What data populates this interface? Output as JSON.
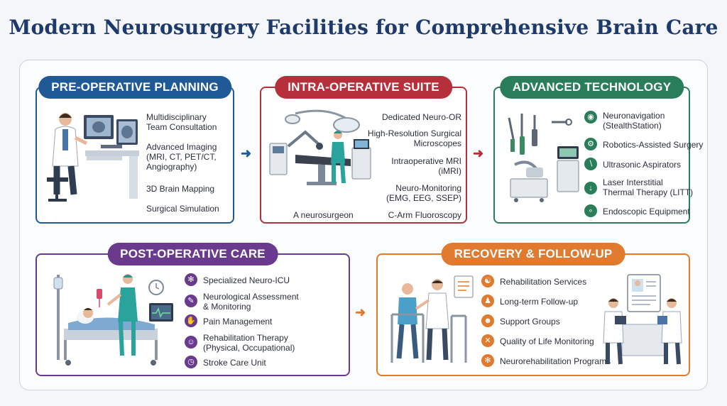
{
  "title": "Modern Neurosurgery Facilities for Comprehensive Brain Care",
  "colors": {
    "pre": "#1f5a96",
    "intra": "#b5303a",
    "tech": "#2a7d5a",
    "post": "#6a3a8e",
    "recovery": "#e07a2e"
  },
  "pre": {
    "label": "PRE-OPERATIVE PLANNING",
    "items": [
      "Multidisciplinary\nTeam Consultation",
      "Advanced Imaging\n(MRI, CT, PET/CT,\nAngiography)",
      "3D Brain Mapping",
      "Surgical Simulation"
    ]
  },
  "intra": {
    "label": "INTRA-OPERATIVE SUITE",
    "items": [
      "Dedicated Neuro-OR",
      "High-Resolution Surgical\nMicroscopes",
      "Intraoperative MRI\n(iMRI)",
      "Neuro-Monitoring\n(EMG, EEG, SSEP)",
      "C-Arm Fluoroscopy"
    ],
    "caption": "A neurosurgeon"
  },
  "tech": {
    "label": "ADVANCED TECHNOLOGY",
    "items": [
      {
        "text": "Neuronavigation\n(StealthStation)",
        "icon": "navigation-icon"
      },
      {
        "text": "Robotics-Assisted Surgery",
        "icon": "robot-icon"
      },
      {
        "text": "Ultrasonic Aspirators",
        "icon": "aspirator-icon"
      },
      {
        "text": "Laser Interstitial\nThermal Therapy (LITT)",
        "icon": "laser-icon"
      },
      {
        "text": "Endoscopic Equipment",
        "icon": "endoscope-icon"
      }
    ]
  },
  "post": {
    "label": "POST-OPERATIVE CARE",
    "items": [
      {
        "text": "Specialized Neuro-ICU",
        "icon": "brain-icon"
      },
      {
        "text": "Neurological Assessment\n& Monitoring",
        "icon": "assessment-icon"
      },
      {
        "text": "Pain Management",
        "icon": "hand-icon"
      },
      {
        "text": "Rehabilitation Therapy\n(Physical, Occupational)",
        "icon": "rehab-icon"
      },
      {
        "text": "Stroke Care Unit",
        "icon": "clock-icon"
      }
    ]
  },
  "recovery": {
    "label": "RECOVERY & FOLLOW-UP",
    "items": [
      {
        "text": "Rehabilitation Services",
        "icon": "walking-icon"
      },
      {
        "text": "Long-term Follow-up",
        "icon": "person-icon"
      },
      {
        "text": "Support Groups",
        "icon": "group-icon"
      },
      {
        "text": "Quality of Life Monitoring",
        "icon": "tools-icon"
      },
      {
        "text": "Neurorehabilitation Programs",
        "icon": "brain-icon"
      }
    ]
  }
}
